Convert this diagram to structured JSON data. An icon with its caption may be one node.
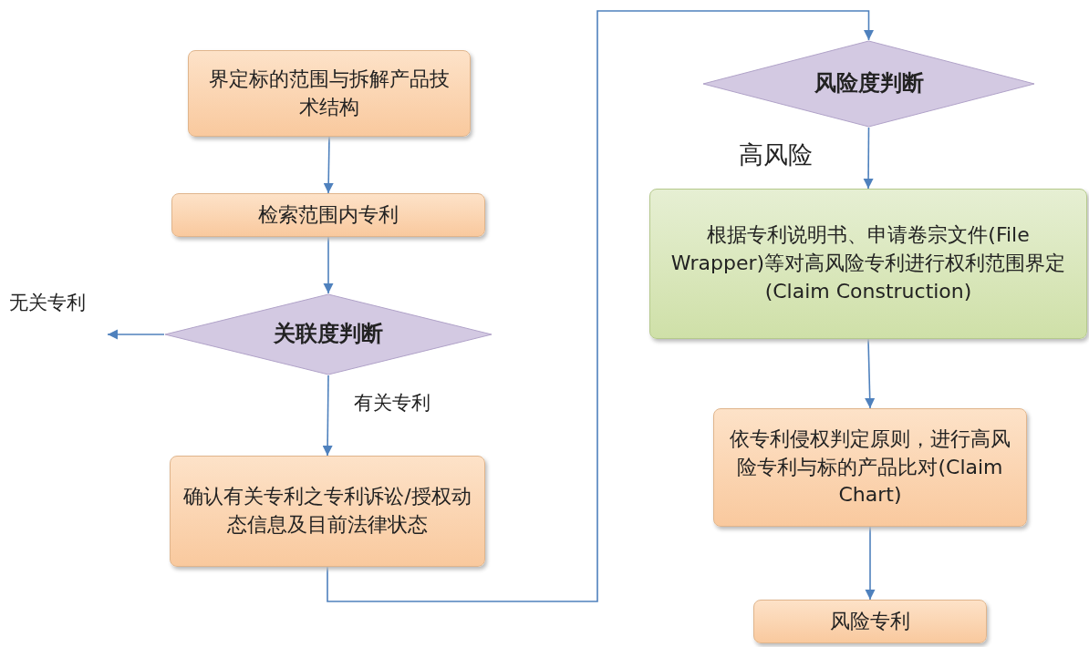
{
  "diagram": {
    "nodes": [
      {
        "text": [
          "界定标的范围与拆解产品技术结构"
        ]
      },
      {
        "text": [
          "检索范围内专利"
        ]
      },
      {
        "text": [
          "关联度判断"
        ]
      },
      {
        "text": [
          "确认有关专利之专利诉讼/授权动态信息及目前法律状态"
        ]
      },
      {
        "text": [
          "风险度判断"
        ]
      },
      {
        "text": [
          "根据专利说明书、申请卷宗文件(File Wrapper)等对高风险专利进行权利范围界定(Claim Construction)"
        ]
      },
      {
        "text": [
          "依专利侵权判定原则，进行高风险专利与标的产品比对(Claim Chart)"
        ]
      },
      {
        "text": [
          "风险专利"
        ]
      }
    ],
    "edges": [
      {
        "from": 0,
        "to": 1,
        "arrow": "to"
      },
      {
        "from": 1,
        "to": 2,
        "arrow": "to"
      },
      {
        "from": 2,
        "to": null,
        "arrow": "to",
        "label": "无关专利"
      },
      {
        "from": 2,
        "to": 3,
        "arrow": "to",
        "label": "有关专利"
      },
      {
        "from": 3,
        "to": 4,
        "arrow": "to"
      },
      {
        "from": 4,
        "to": 5,
        "arrow": "to",
        "label": "高风险"
      },
      {
        "from": 5,
        "to": 6,
        "arrow": "to"
      },
      {
        "from": 6,
        "to": 7,
        "arrow": "to"
      }
    ]
  }
}
